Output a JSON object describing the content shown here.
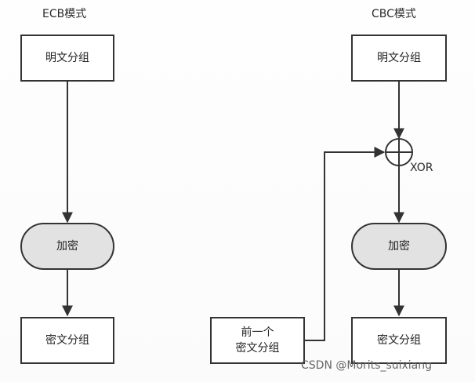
{
  "ecb": {
    "title": "ECB模式",
    "plaintext": "明文分组",
    "encrypt": "加密",
    "ciphertext": "密文分组"
  },
  "cbc": {
    "title": "CBC模式",
    "plaintext": "明文分组",
    "xor_label": "XOR",
    "encrypt": "加密",
    "ciphertext": "密文分组",
    "prev_cipher_line1": "前一个",
    "prev_cipher_line2": "密文分组"
  },
  "watermark": "CSDN @Morits_suixiang",
  "colors": {
    "line": "#333333",
    "pill_fill": "#e2e2e2",
    "box_fill": "#ffffff"
  }
}
